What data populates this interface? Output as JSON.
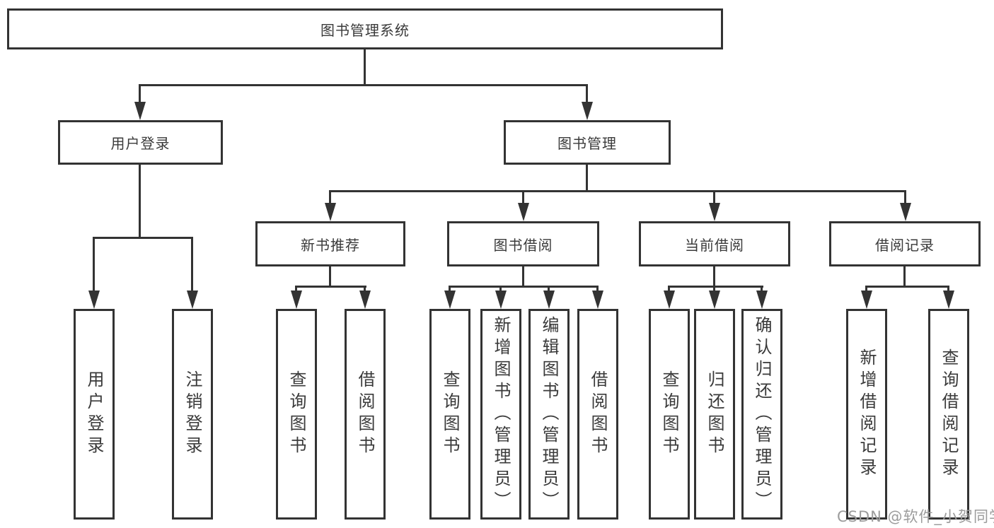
{
  "diagram": {
    "root": {
      "label": "图书管理系统"
    },
    "branches": [
      {
        "label": "用户登录",
        "children": [
          {
            "label": "用户登录"
          },
          {
            "label": "注销登录"
          }
        ]
      },
      {
        "label": "图书管理",
        "children": [
          {
            "label": "新书推荐",
            "children": [
              {
                "label": "查询图书"
              },
              {
                "label": "借阅图书"
              }
            ]
          },
          {
            "label": "图书借阅",
            "children": [
              {
                "label": "查询图书"
              },
              {
                "label": "新增图书（管理员）"
              },
              {
                "label": "编辑图书（管理员）"
              },
              {
                "label": "借阅图书"
              }
            ]
          },
          {
            "label": "当前借阅",
            "children": [
              {
                "label": "查询图书"
              },
              {
                "label": "归还图书"
              },
              {
                "label": "确认归还（管理员）"
              }
            ]
          },
          {
            "label": "借阅记录",
            "children": [
              {
                "label": "新增借阅记录"
              },
              {
                "label": "查询借阅记录"
              }
            ]
          }
        ]
      }
    ]
  },
  "watermark": "CSDN @软件_小贺同学",
  "colors": {
    "line": "#333333",
    "text": "#3a3a3a",
    "background": "#ffffff",
    "watermark": "#9c9c9c"
  }
}
